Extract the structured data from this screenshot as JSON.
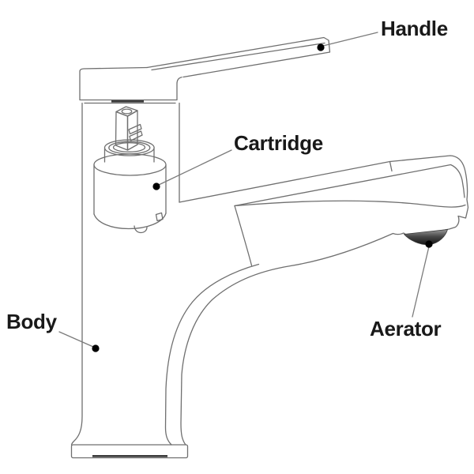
{
  "diagram": {
    "type": "labeled-parts-diagram",
    "colors": {
      "background": "#ffffff",
      "line": "#6f6f6f",
      "label_text": "#191919",
      "leader_line": "#7b7b7b",
      "marker_dot": "#000000",
      "aerator_shade_top": "#9a9a9a",
      "aerator_shade_bottom": "#141414"
    },
    "parts": [
      {
        "id": "handle",
        "label": "Handle"
      },
      {
        "id": "cartridge",
        "label": "Cartridge"
      },
      {
        "id": "body",
        "label": "Body"
      },
      {
        "id": "aerator",
        "label": "Aerator"
      }
    ]
  }
}
